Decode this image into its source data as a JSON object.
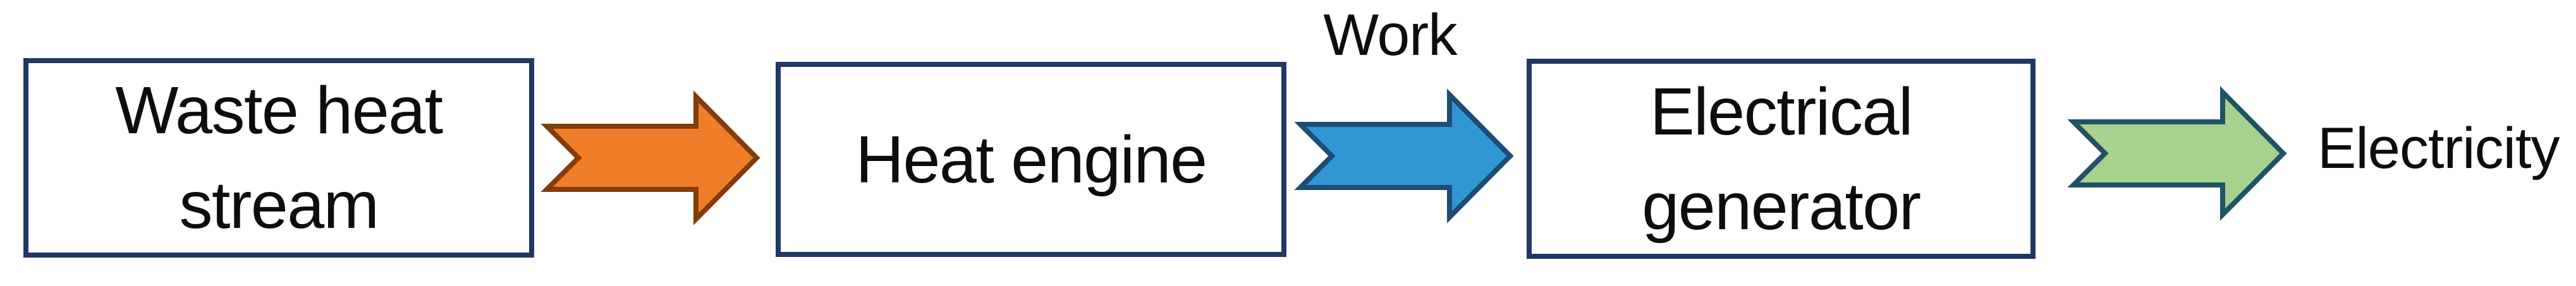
{
  "diagram": {
    "boxes": [
      {
        "name": "waste-heat-stream",
        "label": "Waste heat stream",
        "line1": "Waste heat",
        "line2": "stream"
      },
      {
        "name": "heat-engine",
        "label": "Heat engine",
        "line1": "Heat engine",
        "line2": ""
      },
      {
        "name": "electrical-generator",
        "label": "Electrical generator",
        "line1": "Electrical",
        "line2": "generator"
      }
    ],
    "labels": {
      "work": "Work",
      "electricity": "Electricity"
    },
    "colors": {
      "box_border": "#1F3864",
      "text": "#0D0D0D",
      "orange_arrow_fill": "#F07E28",
      "orange_arrow_stroke": "#843C0C",
      "blue_arrow_fill": "#2E97D4",
      "blue_arrow_stroke": "#1E4C74",
      "green_arrow_fill": "#A9D18E",
      "green_arrow_stroke": "#1F5366"
    },
    "flow_sequence": [
      "Waste heat stream",
      "Heat engine",
      "Work",
      "Electrical generator",
      "Electricity"
    ]
  }
}
